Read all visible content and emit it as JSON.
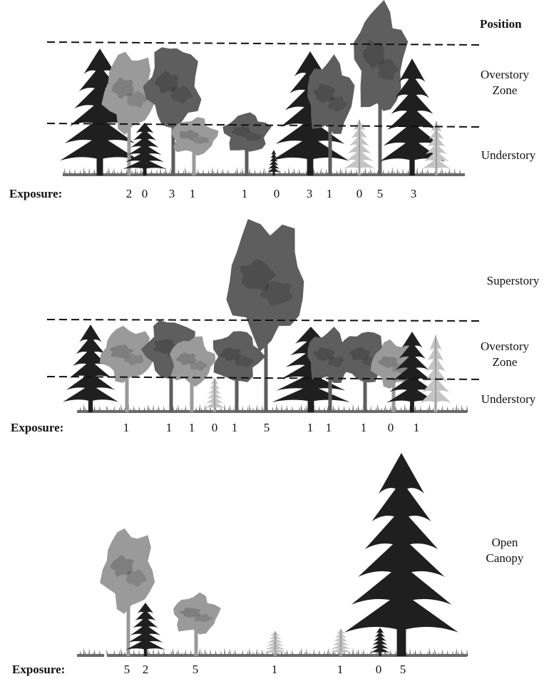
{
  "header": {
    "position_label": "Position"
  },
  "panels": [
    {
      "id": "panel1",
      "zones": [
        {
          "line1": "Overstory",
          "line2": "Zone"
        },
        {
          "line1": "Understory",
          "line2": ""
        }
      ],
      "exposure_label": "Exposure:",
      "exposure_values": [
        "2",
        "0",
        "3",
        "1",
        "1",
        "0",
        "3",
        "1",
        "0",
        "5",
        "3"
      ]
    },
    {
      "id": "panel2",
      "zones": [
        {
          "line1": "Superstory",
          "line2": ""
        },
        {
          "line1": "Overstory",
          "line2": "Zone"
        },
        {
          "line1": "Understory",
          "line2": ""
        }
      ],
      "exposure_label": "Exposure:",
      "exposure_values": [
        "1",
        "1",
        "1",
        "0",
        "1",
        "5",
        "1",
        "1",
        "1",
        "0",
        "1"
      ]
    },
    {
      "id": "panel3",
      "zones": [
        {
          "line1": "Open",
          "line2": "Canopy"
        }
      ],
      "exposure_label": "Exposure:",
      "exposure_values": [
        "5",
        "2",
        "5",
        "1",
        "1",
        "0",
        "5"
      ]
    }
  ],
  "colors": {
    "dark_conifer": "#1f1f1f",
    "mid_broadleaf": "#5e5e5e",
    "light_broadleaf": "#9a9a9a",
    "pale_conifer": "#c4c4c4",
    "grass": "#6a6a6a",
    "dashed_line": "#111111"
  }
}
